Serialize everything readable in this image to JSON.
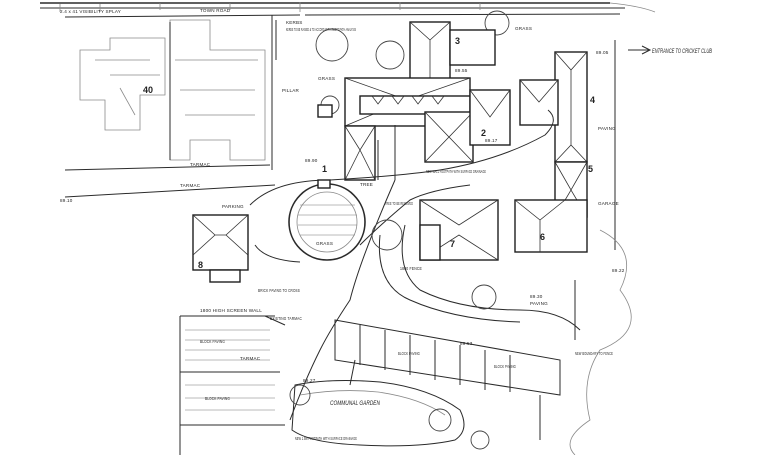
{
  "plan": {
    "title": "",
    "plot_numbers": {
      "p1": "1",
      "p2": "2",
      "p3": "3",
      "p4": "4",
      "p5": "5",
      "p6": "6",
      "p7": "7",
      "p8": "8",
      "p40": "40"
    },
    "labels": {
      "visibility_splay": "2.4 x 41 VISIBILITY SPLAY",
      "kerbs": "KERBS TO BE RAISED & TO ACCORD WITH SWEPT PATH ANALYSIS",
      "entrance": "ENTRANCE TO CRICKET CLUB",
      "grass_1": "GRASS",
      "grass_2": "GRASS",
      "grass_3": "GRASS",
      "tarmac_1": "TARMAC",
      "tarmac_2": "TARMAC",
      "tarmac_3": "TARMAC",
      "existing_tarmac": "EXISTING TARMAC",
      "parking": "PARKING",
      "paving_1": "PAVING",
      "paving_2": "PAVING",
      "tree_removed": "TREE TO BE REMOVED",
      "communal_garden": "COMMUNAL GARDEN",
      "block_paving_1": "BLOCK PAVING",
      "block_paving_2": "BLOCK PAVING",
      "block_paving_3": "BLOCK PAVING",
      "block_paving_4": "BLOCK PAVING",
      "screen_wall": "1800 HIGH SCREEN WALL",
      "brick_paving": "BRICK PAVING TO CROSS",
      "new_wall": "NEW WALL FOOTPATH WITH SURFACE DRAINAGE",
      "new_footpath": "NEW 1.5M FOOTPATH WITH SURFACE DRAINAGE",
      "fence": "1800 FENCE",
      "boundary": "NEW BOUNDARY TO FENCE",
      "garage": "GARAGE",
      "tree": "TREE",
      "level_1": "89.10",
      "level_2": "89.90",
      "level_3": "89.55",
      "level_4": "89.05",
      "level_5": "89.17",
      "level_6": "89.22",
      "level_7": "89.30",
      "level_8": "89.53",
      "level_9": "89.27",
      "road": "TOWN ROAD",
      "pillar": "PILLAR"
    }
  }
}
